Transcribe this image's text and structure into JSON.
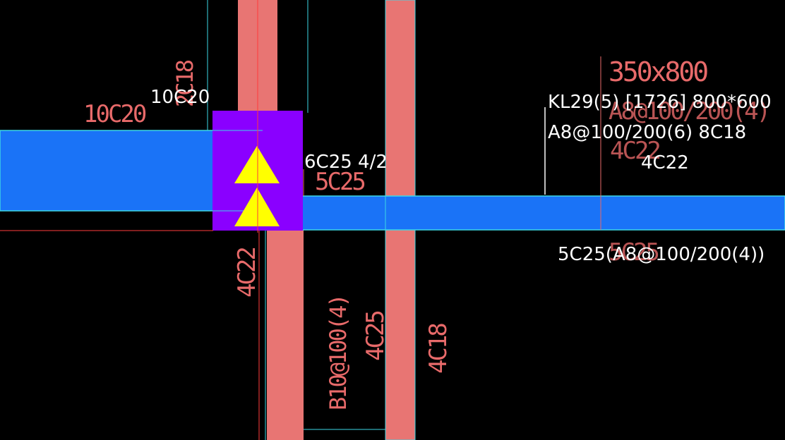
{
  "colors": {
    "background": "#000000",
    "beam": "#1a73f7",
    "column": "#e87573",
    "column_cap": "#8a00ff",
    "marker": "#ffff00",
    "outline": "#3cd7e6",
    "dim_red": "#e86a6a",
    "annotation": "#ffffff"
  },
  "icons": [
    "triangle-marker-icon",
    "triangle-marker-icon"
  ],
  "labels": {
    "red_10c20": "10C20",
    "red_2c18": "2C18",
    "red_350x800": "350x800",
    "red_a8_faded": "A8@100/200(4)",
    "red_4c22_faded": "4C22",
    "red_5c25_upper": "5C25",
    "red_5c25_lower": "5C25",
    "red_4c22_vert": "4C22",
    "red_b10": "B10@100(4)",
    "red_4c25_vert": "4C25",
    "red_4c18_vert": "4C18",
    "w_10c20": "10C20",
    "w_6c25": "6C25 4/2",
    "w_kl29": "KL29(5) [1726] 800*600",
    "w_a8": "A8@100/200(6) 8C18",
    "w_4c22": "4C22",
    "w_5c25": "5C25(A8@100/200(4))"
  }
}
